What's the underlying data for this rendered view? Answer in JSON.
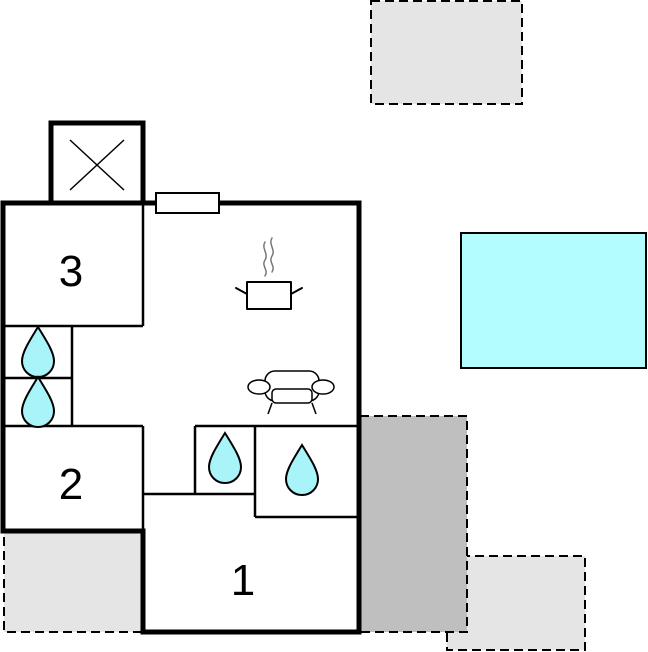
{
  "floorplan": {
    "rooms": [
      {
        "id": "bedroom-3",
        "label": "3"
      },
      {
        "id": "bedroom-2",
        "label": "2"
      },
      {
        "id": "bedroom-1",
        "label": "1"
      }
    ],
    "symbols": {
      "kitchen": "cooking-pot-icon",
      "living": "sofa-icon",
      "bathroom": "water-drop-icon",
      "fireplace": "chimney-cross-icon",
      "pool": "pool-rectangle"
    },
    "colors": {
      "walls": "#000000",
      "water": "#a8f4f9",
      "pool": "#b3fdff",
      "terrace_light": "#e5e5e5",
      "terrace_dark": "#bfbfbf"
    }
  }
}
